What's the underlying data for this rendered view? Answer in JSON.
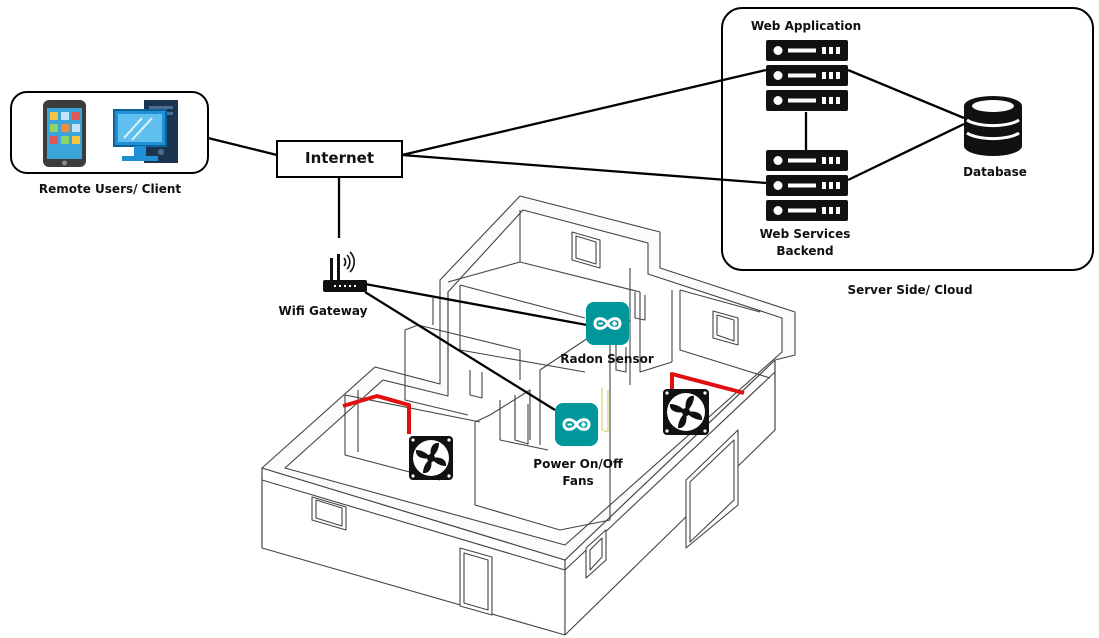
{
  "labels": {
    "web_application": "Web Application",
    "remote_users": "Remote Users/ Client",
    "internet": "Internet",
    "database": "Database",
    "web_services_line1": "Web Services",
    "web_services_line2": "Backend",
    "server_side": "Server Side/ Cloud",
    "wifi_gateway": "Wifi Gateway",
    "radon_sensor": "Radon Sensor",
    "fans_line1": "Power On/Off",
    "fans_line2": "Fans"
  },
  "colors": {
    "line": "#000000",
    "arduino_teal": "#00979c",
    "red_duct": "#e01010",
    "phone_screen": "#3aa5d8",
    "monitor": "#1f8fd6",
    "tower": "#1b3550"
  },
  "icons": [
    "smartphone-icon",
    "desktop-computer-icon",
    "server-rack-icon",
    "database-icon",
    "wifi-router-icon",
    "arduino-icon",
    "fan-icon"
  ]
}
